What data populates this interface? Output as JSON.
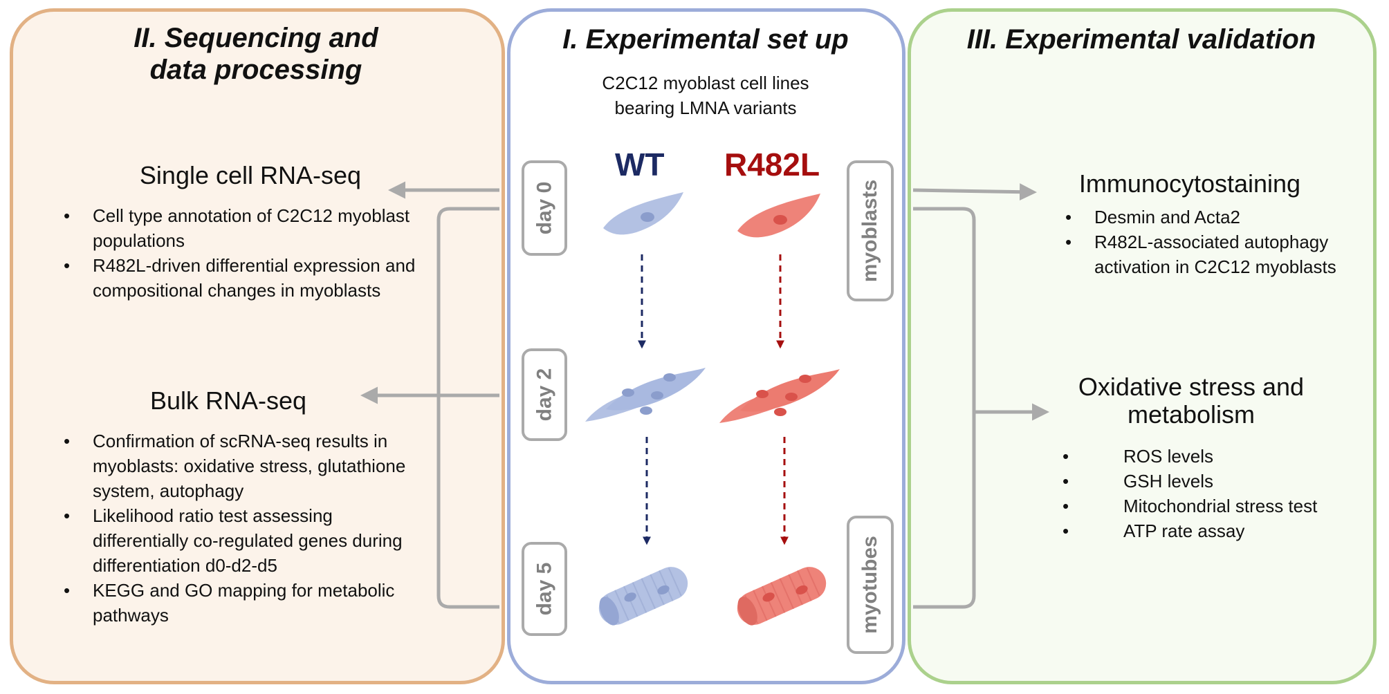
{
  "colors": {
    "left_panel_bg": "#fcf3ea",
    "left_panel_border": "#e2b184",
    "center_panel_border": "#9cacd9",
    "right_panel_bg": "#f7fbf2",
    "right_panel_border": "#abd18c",
    "wt": "#1c2a63",
    "r482l": "#a50e0e",
    "wt_cell": "#b3c1e3",
    "r482l_cell": "#ee8379",
    "connector": "#aaaaaa"
  },
  "left": {
    "title_line1": "II. Sequencing and",
    "title_line2": "data processing",
    "sc_heading": "Single cell RNA-seq",
    "sc_items": [
      "Cell type annotation of C2C12 myoblast populations",
      "R482L-driven differential expression and compositional changes in myoblasts"
    ],
    "bulk_heading": "Bulk RNA-seq",
    "bulk_items": [
      "Confirmation of scRNA-seq results in myoblasts: oxidative stress, glutathione system, autophagy",
      "Likelihood ratio test assessing differentially co-regulated genes during differentiation d0-d2-d5",
      "KEGG and GO mapping for metabolic pathways"
    ]
  },
  "center": {
    "title": "I. Experimental set up",
    "subtitle_line1": "C2C12 myoblast cell lines",
    "subtitle_line2": "bearing LMNA variants",
    "genotypes": [
      "WT",
      "R482L"
    ],
    "days": [
      "day 0",
      "day 2",
      "day 5"
    ],
    "stages": [
      "myoblasts",
      "myotubes"
    ]
  },
  "right": {
    "title": "III. Experimental validation",
    "icc_heading": "Immunocytostaining",
    "icc_items": [
      "Desmin and Acta2",
      "R482L-associated autophagy activation in C2C12 myoblasts"
    ],
    "ox_heading_line1": "Oxidative stress and",
    "ox_heading_line2": "metabolism",
    "ox_items": [
      "ROS levels",
      "GSH levels",
      "Mitochondrial stress test",
      "ATP rate assay"
    ]
  }
}
